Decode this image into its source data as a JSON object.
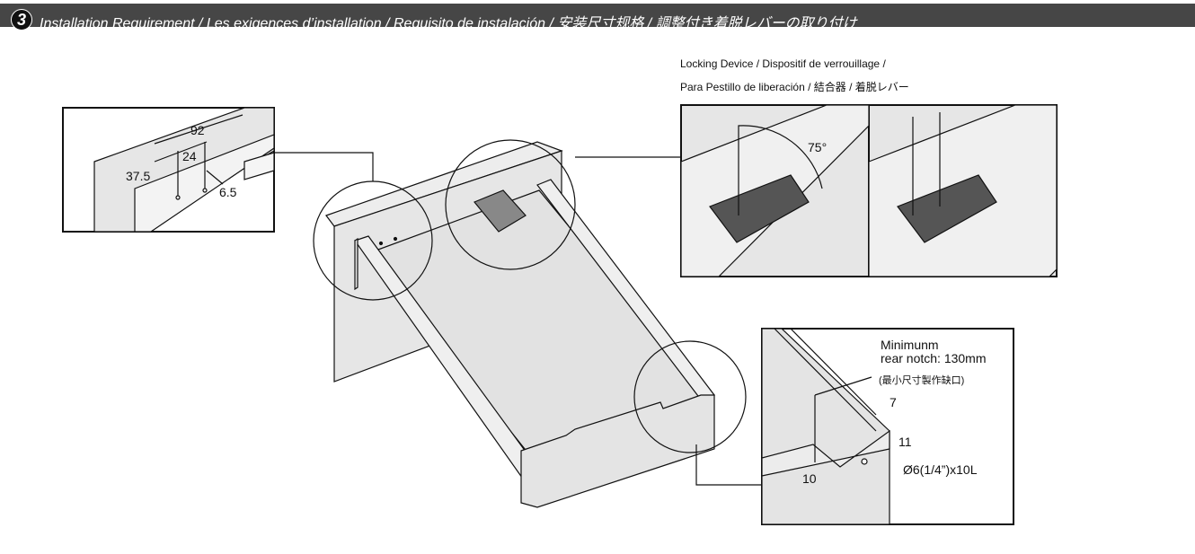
{
  "header": {
    "step_number": "3",
    "title": "Installation Requirement /  Les exigences d’installation / Requisito de instalación / 安装尺寸规格 / 調整付き着脱レバーの取り付け"
  },
  "locking_device": {
    "line1": "Locking Device / Dispositif de verrouillage /",
    "line2": "Para Pestillo de liberación / 結合器 / 着脱レバー",
    "angle": "75°"
  },
  "left_detail": {
    "dim_92": "92",
    "dim_24": "24",
    "dim_37_5": "37.5",
    "dim_6_5": "6.5"
  },
  "rear_detail": {
    "note1": "Minimunm",
    "note2": "rear notch: 130mm",
    "note3": "(最小尺寸製作缺口)",
    "dim_7": "7",
    "dim_11": "11",
    "dim_10": "10",
    "hole": "Ø6(1/4”)x10L"
  }
}
